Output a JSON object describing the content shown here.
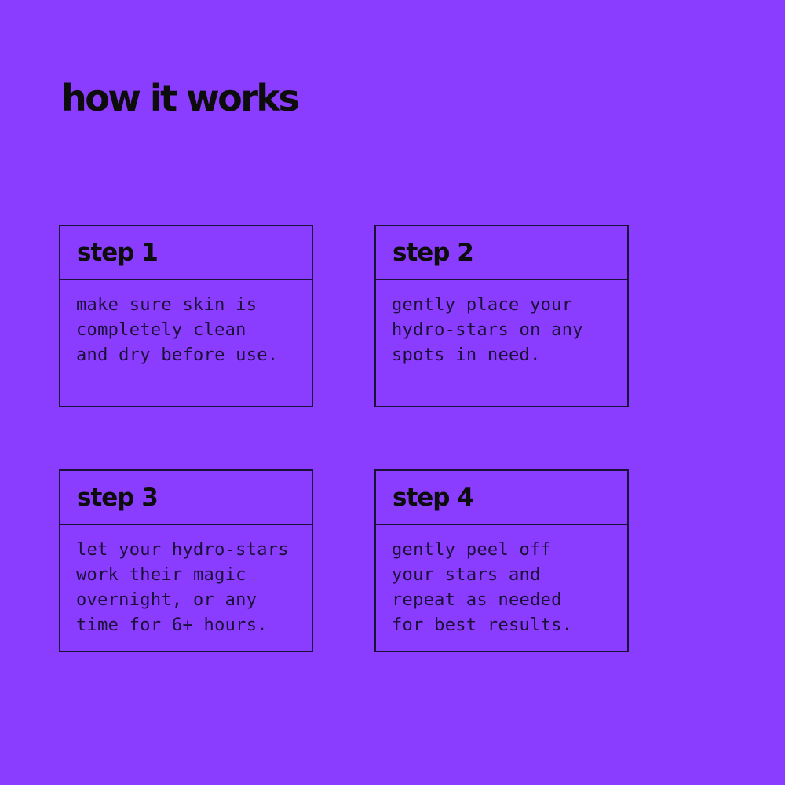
{
  "page": {
    "title": "how it works",
    "background_color": "#8b3dff",
    "title_color": "#0d0d0d",
    "card_border_color": "#1b1038",
    "body_text_color": "#1b1038"
  },
  "steps": [
    {
      "label": "step 1",
      "description": "make sure skin is\ncompletely clean\nand dry before use."
    },
    {
      "label": "step 2",
      "description": "gently place your\nhydro-stars on any\nspots in need."
    },
    {
      "label": "step 3",
      "description": "let your hydro-stars\nwork their magic\novernight, or any\ntime for 6+ hours."
    },
    {
      "label": "step 4",
      "description": "gently peel off\nyour stars and\nrepeat as needed\nfor best results."
    }
  ]
}
